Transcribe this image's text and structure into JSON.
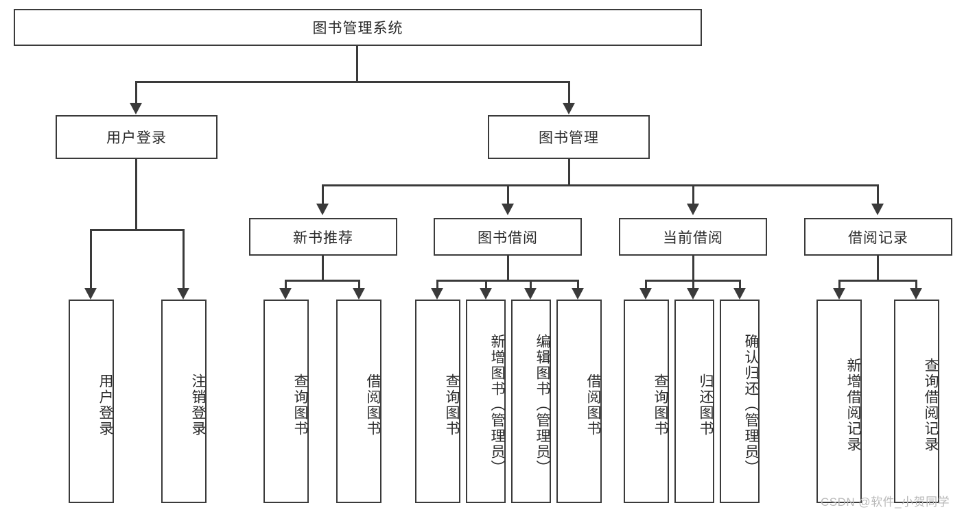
{
  "diagram": {
    "type": "tree-hierarchy-chart",
    "title": "图书管理系统",
    "root": {
      "label": "图书管理系统",
      "id": "root"
    },
    "level1": [
      {
        "id": "user-login",
        "label": "用户登录"
      },
      {
        "id": "book-management",
        "label": "图书管理"
      }
    ],
    "level2": [
      {
        "id": "new-book-recommend",
        "label": "新书推荐",
        "parent": "book-management"
      },
      {
        "id": "book-borrow",
        "label": "图书借阅",
        "parent": "book-management"
      },
      {
        "id": "current-borrow",
        "label": "当前借阅",
        "parent": "book-management"
      },
      {
        "id": "borrow-record",
        "label": "借阅记录",
        "parent": "book-management"
      }
    ],
    "leaves": {
      "user_login": [
        {
          "id": "leaf-user-login",
          "label": "用户登录"
        },
        {
          "id": "leaf-user-logout",
          "label": "注销登录"
        }
      ],
      "new_book_recommend": [
        {
          "id": "leaf-query-book-1",
          "label": "查询图书"
        },
        {
          "id": "leaf-borrow-book-1",
          "label": "借阅图书"
        }
      ],
      "book_borrow": [
        {
          "id": "leaf-query-book-2",
          "label": "查询图书"
        },
        {
          "id": "leaf-add-book",
          "label": "新增图书（管理员）"
        },
        {
          "id": "leaf-edit-book",
          "label": "编辑图书（管理员）"
        },
        {
          "id": "leaf-borrow-book-2",
          "label": "借阅图书"
        }
      ],
      "current_borrow": [
        {
          "id": "leaf-query-book-3",
          "label": "查询图书"
        },
        {
          "id": "leaf-return-book",
          "label": "归还图书"
        },
        {
          "id": "leaf-confirm-return",
          "label": "确认归还（管理员）"
        }
      ],
      "borrow_record": [
        {
          "id": "leaf-add-record",
          "label": "新增借阅记录"
        },
        {
          "id": "leaf-query-record",
          "label": "查询借阅记录"
        }
      ]
    }
  },
  "watermark": {
    "text": "CSDN @软件_小贺同学"
  },
  "colors": {
    "stroke": "#3a3a3a",
    "fill": "#ffffff",
    "text": "#2b2b2b",
    "watermark": "#b9b9b9"
  }
}
